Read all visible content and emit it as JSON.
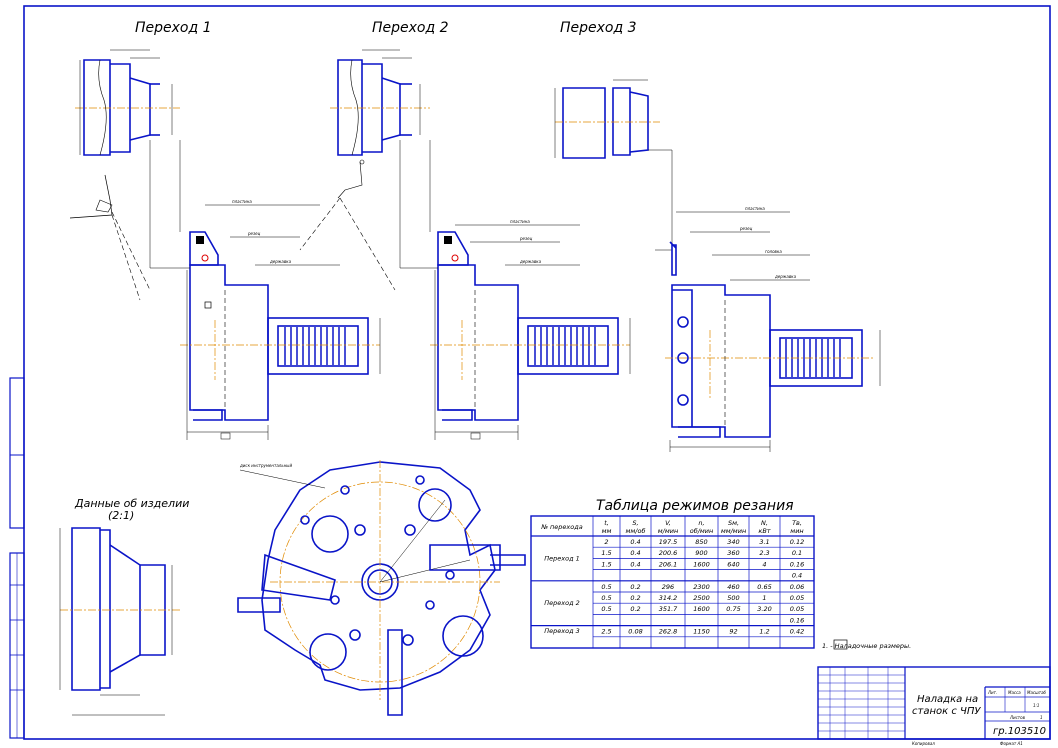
{
  "transitions": [
    "Переход 1",
    "Переход 2",
    "Переход 3"
  ],
  "part_view": {
    "title_line1": "Данные об изделии",
    "title_line2": "(2:1)"
  },
  "table": {
    "title": "Таблица режимов резания",
    "headers": [
      "№ перехода",
      "t, мм",
      "S, мм/об",
      "V, м/мин",
      "n, об/мин",
      "Sм, мм/мин",
      "N, кВт",
      "Тв, мин"
    ],
    "groups": [
      {
        "name": "Переход 1",
        "rows": [
          [
            "2",
            "0.4",
            "197.5",
            "850",
            "340",
            "3.1",
            "0.12"
          ],
          [
            "1.5",
            "0.4",
            "200.6",
            "900",
            "360",
            "2.3",
            "0.1"
          ],
          [
            "1.5",
            "0.4",
            "206.1",
            "1600",
            "640",
            "4",
            "0.16"
          ],
          [
            "",
            "",
            "",
            "",
            "",
            "",
            "0.4"
          ]
        ]
      },
      {
        "name": "Переход 2",
        "rows": [
          [
            "0.5",
            "0.2",
            "296",
            "2300",
            "460",
            "0.65",
            "0.06"
          ],
          [
            "0.5",
            "0.2",
            "314.2",
            "2500",
            "500",
            "1",
            "0.05"
          ],
          [
            "0.5",
            "0.2",
            "351.7",
            "1600",
            "0.75",
            "3.20",
            "0.05"
          ],
          [
            "",
            "",
            "",
            "",
            "",
            "",
            "0.16"
          ]
        ]
      },
      {
        "name": "Переход 3",
        "rows": [
          [
            "2.5",
            "0.08",
            "262.8",
            "1150",
            "92",
            "1.2",
            "0.42"
          ]
        ]
      }
    ]
  },
  "note": "1.        - Наладочные размеры.",
  "title_block": {
    "name_line1": "Наладка на",
    "name_line2": "станок с ЧПУ",
    "code": "гр.103510",
    "sheet": "Лит.",
    "mass": "Масса",
    "scale": "Масштаб",
    "scale_value": "1:1",
    "sheets": "Листов",
    "sheets_value": "1",
    "format": "Формат А1",
    "copied": "Копировал"
  }
}
